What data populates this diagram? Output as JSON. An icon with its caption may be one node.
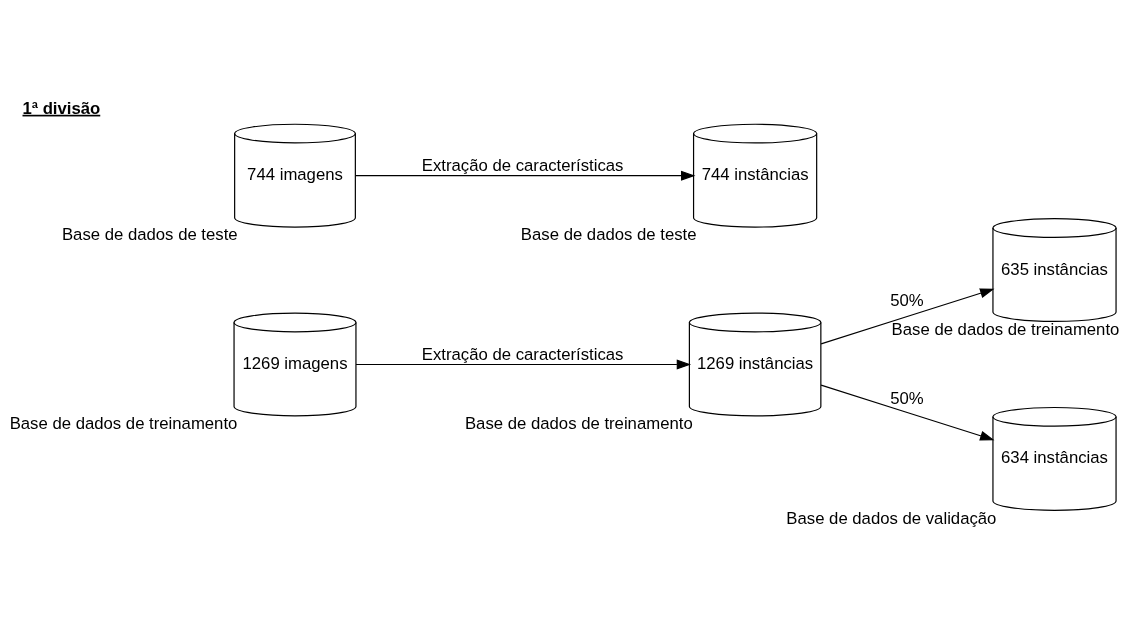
{
  "diagram": {
    "title": "1ª divisão",
    "nodes": [
      {
        "text": [
          "1269 imagens"
        ],
        "beside": [
          "Base de dados de treinamento"
        ]
      },
      {
        "text": [
          "1269 instâncias"
        ],
        "beside": [
          "Base de dados de treinamento"
        ]
      },
      {
        "text": [
          "635 instâncias"
        ],
        "beside": [
          "Base de dados de treinamento"
        ]
      },
      {
        "text": [
          "744 imagens"
        ],
        "beside": [
          "Base de dados de teste"
        ]
      },
      {
        "text": [
          "744 instâncias"
        ],
        "beside": [
          "Base de dados de teste"
        ]
      },
      {
        "text": [
          "634 instâncias"
        ],
        "beside": [
          "Base de dados de validação"
        ]
      }
    ],
    "edges": [
      {
        "from": 0,
        "to": 1,
        "arrow": "to",
        "label": "Extração de características"
      },
      {
        "from": 1,
        "to": 2,
        "arrow": "to",
        "label": "50%"
      },
      {
        "from": 1,
        "to": 5,
        "arrow": "to",
        "label": "50%"
      },
      {
        "from": 3,
        "to": 4,
        "arrow": "to",
        "label": "Extração de características"
      }
    ]
  }
}
